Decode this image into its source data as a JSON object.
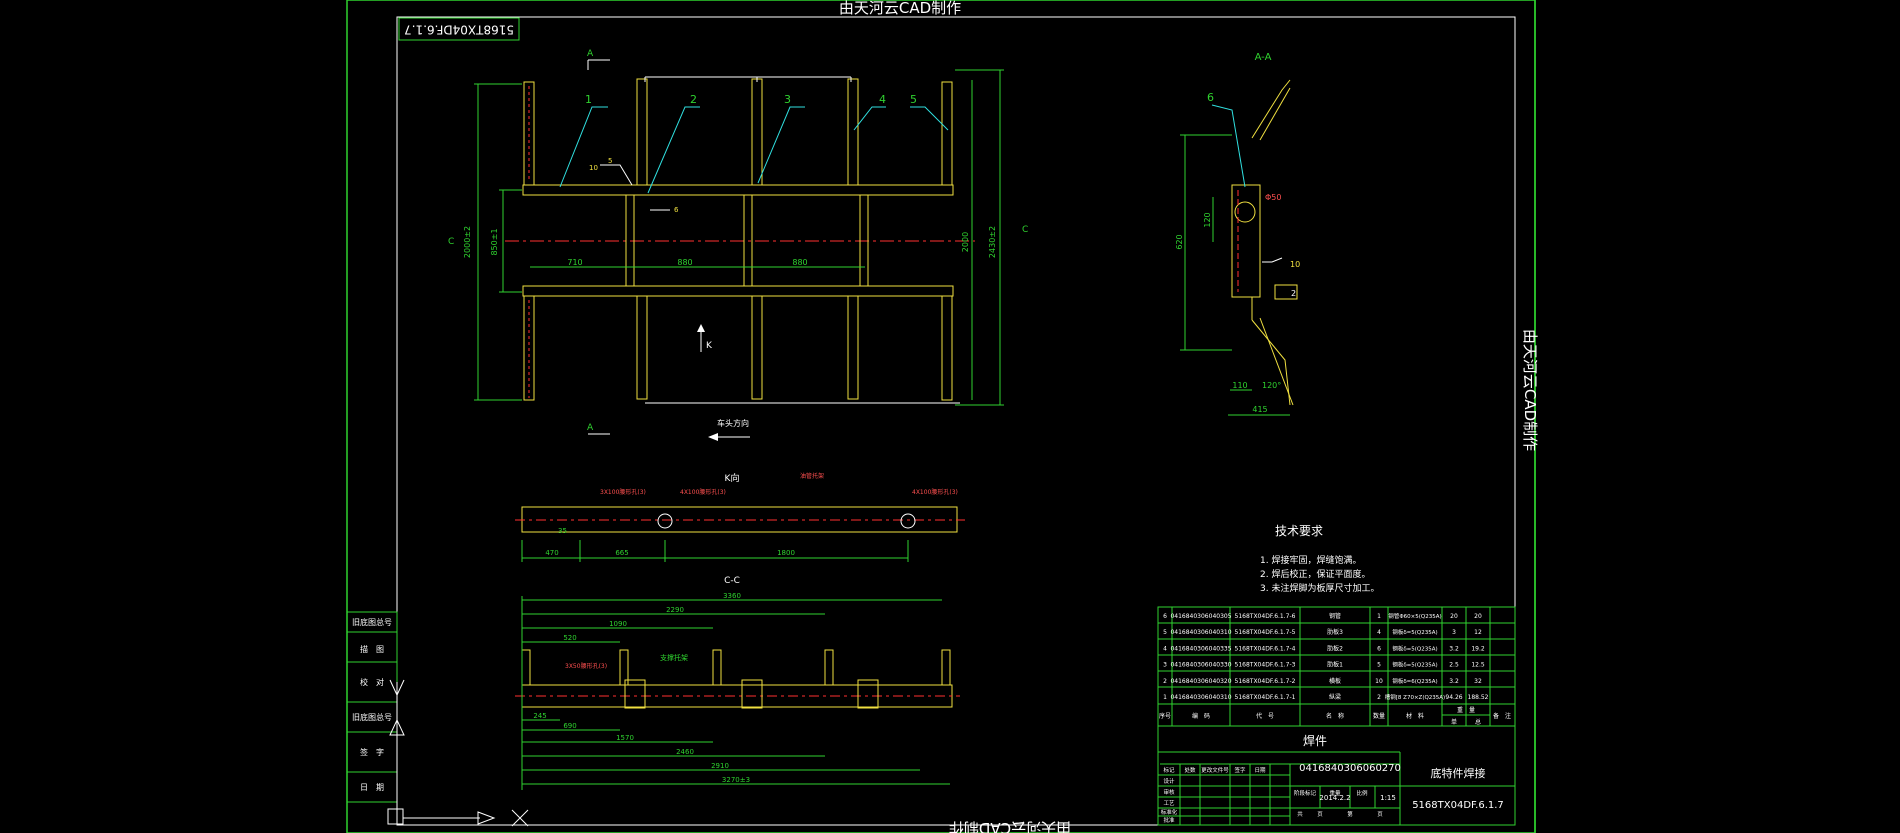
{
  "watermark": "由天河云CAD制作",
  "drawing_no": "5168TX04DF.6.1.7",
  "view_labels": {
    "section_aa": "A-A",
    "view_k": "K向",
    "section_cc": "C-C",
    "sec_a": "A",
    "sec_c": "C",
    "k": "K",
    "travel_dir": "车头方向"
  },
  "callouts": [
    "1",
    "2",
    "3",
    "4",
    "5",
    "6"
  ],
  "plan_dims": {
    "d1": "710",
    "d2": "880",
    "d3": "880",
    "h1": "2000±2",
    "h2": "850±1",
    "h3": "2000",
    "h4": "2430±2"
  },
  "kview_dims": {
    "d1": "470",
    "d2": "665",
    "d3": "1800",
    "h": "35",
    "note1": "3X100腰形孔(3)",
    "note2": "4X100腰形孔(3)",
    "note3": "4X100腰形孔(3)",
    "note4": "油管托架"
  },
  "cc_dims": {
    "d1": "3360",
    "d2": "2290",
    "d3": "1090",
    "d4": "520",
    "d5": "245",
    "d6": "690",
    "d7": "1570",
    "d8": "2460",
    "d9": "2910",
    "d10": "3270±3",
    "note1": "3X50腰形孔(3)",
    "note2": "支撑托架"
  },
  "aa_dims": {
    "h1": "620",
    "h2": "120",
    "w1": "110",
    "w2": "415",
    "phi": "Φ50",
    "ang": "120°",
    "weld": "10",
    "weld2": "2"
  },
  "weld_notes": {
    "w1": "10",
    "w2": "5",
    "w3": "6"
  },
  "tech_title": "技术要求",
  "tech_items": [
    "1. 焊接牢固，焊缝饱满。",
    "2. 焊后校正，保证平面度。",
    "3. 未注焊脚为板厚尺寸加工。"
  ],
  "bom_rows": [
    [
      "6",
      "0416840306040305",
      "5168TX04DF.6.1.7-6",
      "钢管",
      "1",
      "钢管Φ60×5(Q235A)",
      "20",
      "20"
    ],
    [
      "5",
      "0416840306040310",
      "5168TX04DF.6.1.7-5",
      "肋板3",
      "4",
      "钢板δ=5(Q235A)",
      "3",
      "12"
    ],
    [
      "4",
      "0416840306040335",
      "5168TX04DF.6.1.7-4",
      "肋板2",
      "6",
      "钢板δ=5(Q235A)",
      "3.2",
      "19.2"
    ],
    [
      "3",
      "0416840306040330",
      "5168TX04DF.6.1.7-3",
      "肋板1",
      "5",
      "钢板δ=5(Q235A)",
      "2.5",
      "12.5"
    ],
    [
      "2",
      "0416840306040320",
      "5168TX04DF.6.1.7-2",
      "横板",
      "10",
      "钢板δ=6(Q235A)",
      "3.2",
      "32"
    ],
    [
      "1",
      "0416840306040310",
      "5168TX04DF.6.1.7-1",
      "纵梁",
      "2",
      "槽钢[8 Z70×Z(Q235A)",
      "94.26",
      "188.52"
    ]
  ],
  "bom_headers": [
    "序号",
    "编　码",
    "代　号",
    "名　称",
    "数量",
    "材　料",
    "单",
    "总",
    "备　注"
  ],
  "bom_header_weight": "重　量",
  "title_block": {
    "name": "焊件",
    "code": "0416840306060270",
    "part_name": "底特件焊接",
    "drawing_no": "5168TX04DF.6.1.7",
    "scale": "1:15",
    "date": "2014.2.2",
    "labels": [
      "标记",
      "处数",
      "更改文件号",
      "签字",
      "日期",
      "设计",
      "审核",
      "工艺",
      "标准化",
      "批准",
      "阶段标记",
      "重量",
      "比例",
      "共",
      "页",
      "第",
      "页"
    ]
  },
  "side_labels": [
    "旧底图总号",
    "描　图",
    "校　对",
    "旧底图总号",
    "签　字",
    "日　期"
  ],
  "colors": {
    "frame": "#2fd22f",
    "part": "#f0e040",
    "center": "#ff3030",
    "white": "#ffffff",
    "dim": "#2fd22f",
    "cyan": "#30e0e0"
  }
}
